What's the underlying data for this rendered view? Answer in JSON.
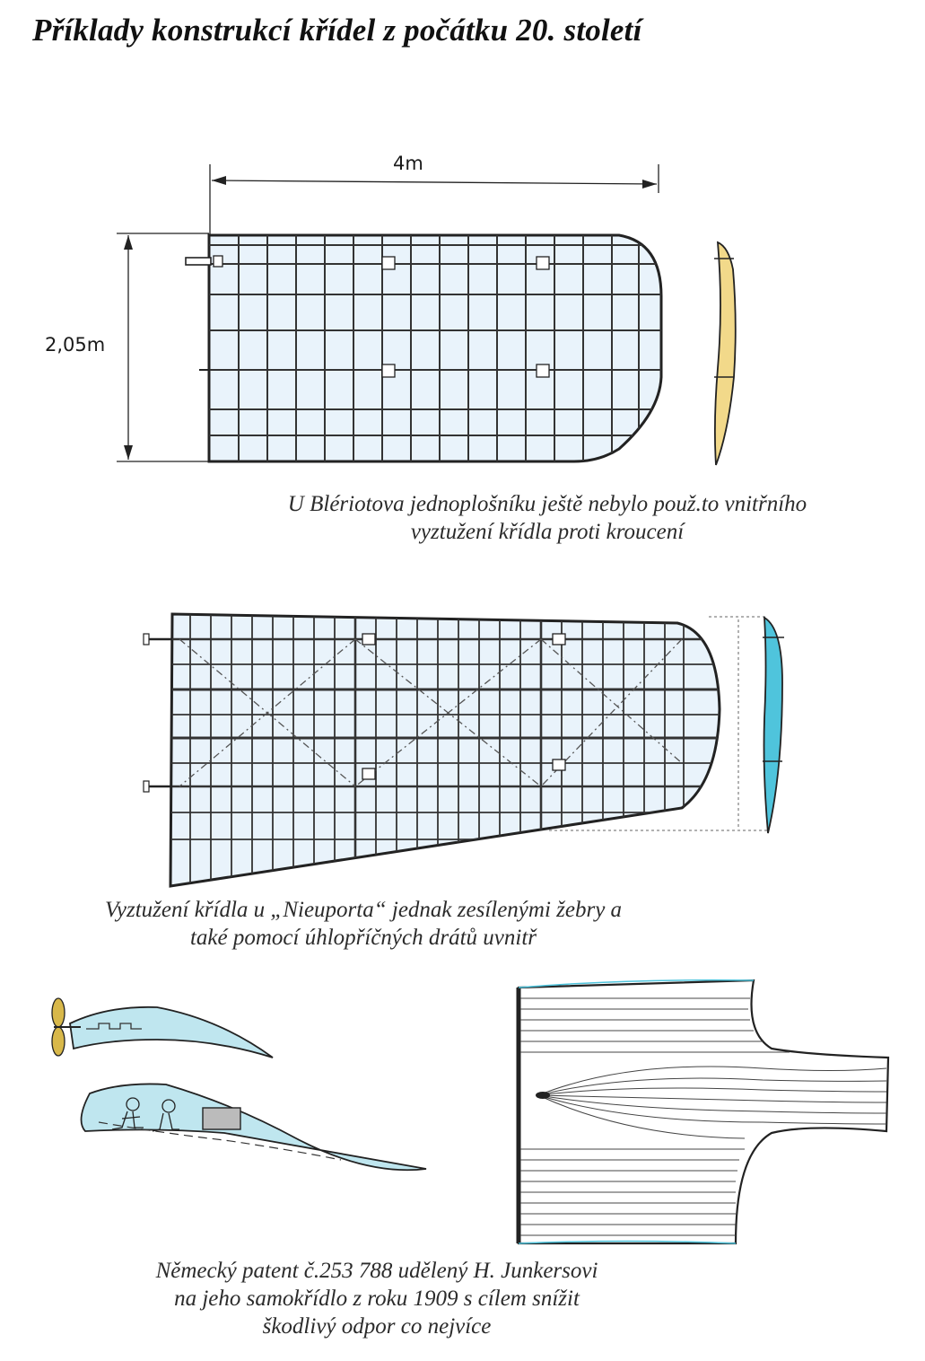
{
  "title": "Příklady konstrukcí křídel z počátku 20. století",
  "figures": {
    "bleriot": {
      "span_label": "4m",
      "chord_label": "2,05m",
      "caption_line1": "U Blériotova jednoplošníku ještě nebylo použ.to vnitřního",
      "caption_line2": "vyztužení křídla proti kroucení"
    },
    "nieuport": {
      "caption_line1": "Vyztužení křídla u „Nieuporta“ jednak zesílenými žebry a",
      "caption_line2": "také pomocí  úhlopříčných drátů uvnitř"
    },
    "junkers": {
      "caption_line1": "Německý patent č.253 788 udělený H. Junkersovi",
      "caption_line2": "na jeho samokřídlo z roku 1909 s cílem snížit",
      "caption_line3": "škodlivý odpor co nejvíce"
    }
  },
  "colors": {
    "wing_fill": "#e9f3fb",
    "rib_fill_bleriot": "#f2d98a",
    "rib_fill_nieuport": "#4fc4dc",
    "junkers_fill": "#bfe6ef",
    "propeller": "#d8b84a",
    "line": "#2a2a2a"
  }
}
